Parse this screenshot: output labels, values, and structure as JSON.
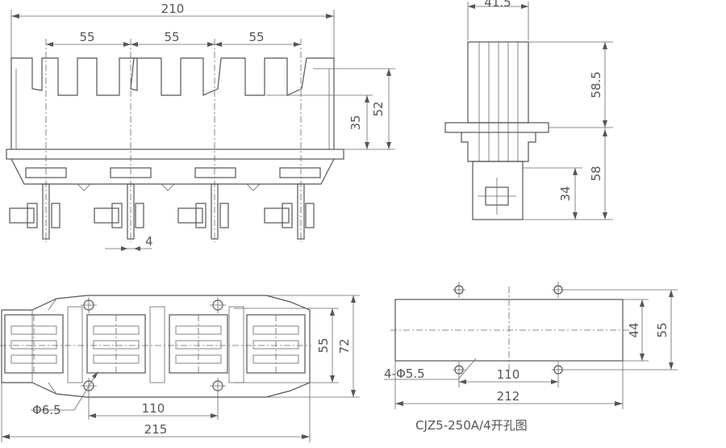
{
  "drawing": {
    "front_view": {
      "overall_width": "210",
      "pitch_1": "55",
      "pitch_2": "55",
      "pitch_3": "55",
      "slot_depth": "35",
      "top_height": "52",
      "stud_width": "4"
    },
    "side_view": {
      "width": "41.5",
      "upper_height": "58.5",
      "lower_height": "58",
      "stem_height": "34"
    },
    "top_view": {
      "hole_dia": "Φ6.5",
      "hole_spacing": "110",
      "overall_length": "215",
      "inner_height": "55",
      "overall_height": "72"
    },
    "cutout": {
      "holes": "4-Φ5.5",
      "hole_spacing": "110",
      "width": "212",
      "inner_height": "44",
      "outer_height": "55",
      "caption": "CJZ5-250A/4开孔图"
    }
  }
}
